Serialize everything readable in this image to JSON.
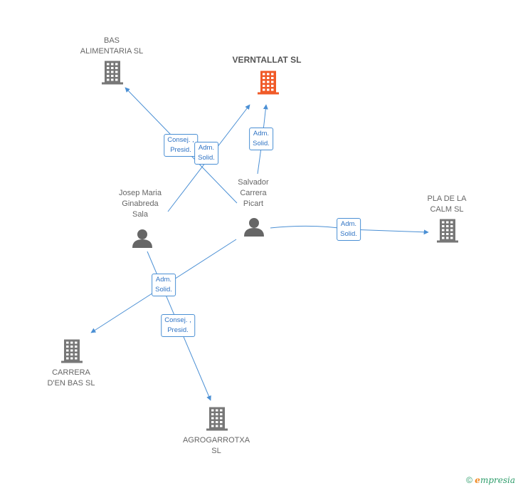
{
  "colors": {
    "edge": "#4a8fd4",
    "company": "#777777",
    "focus_company": "#f05a28",
    "person": "#666666"
  },
  "nodes": [
    {
      "id": "bas",
      "type": "company",
      "label": "BAS\nALIMENTARIA SL",
      "icon": "building-icon"
    },
    {
      "id": "verntallat",
      "type": "company",
      "focus": true,
      "label": "VERNTALLAT SL",
      "icon": "building-icon"
    },
    {
      "id": "pla",
      "type": "company",
      "label": "PLA DE LA\nCALM SL",
      "icon": "building-icon"
    },
    {
      "id": "carrera",
      "type": "company",
      "label": "CARRERA\nD'EN BAS SL",
      "icon": "building-icon"
    },
    {
      "id": "agro",
      "type": "company",
      "label": "AGROGARROTXA\nSL",
      "icon": "building-icon"
    },
    {
      "id": "josep",
      "type": "person",
      "label": "Josep Maria\nGinabreda\nSala",
      "icon": "person-icon"
    },
    {
      "id": "salvador",
      "type": "person",
      "label": "Salvador\nCarrera\nPicart",
      "icon": "person-icon"
    }
  ],
  "edges": [
    {
      "id": "e1",
      "from": "salvador",
      "to": "bas",
      "label": "Consej. ,\nPresid."
    },
    {
      "id": "e2",
      "from": "josep",
      "to": "verntallat",
      "label": "Adm.\nSolid."
    },
    {
      "id": "e3",
      "from": "salvador",
      "to": "verntallat",
      "label": "Adm.\nSolid."
    },
    {
      "id": "e4",
      "from": "salvador",
      "to": "pla",
      "label": "Adm.\nSolid."
    },
    {
      "id": "e5",
      "from": "salvador",
      "to": "carrera",
      "label": "Adm.\nSolid."
    },
    {
      "id": "e6",
      "from": "josep",
      "to": "agro",
      "label": "Consej. ,\nPresid."
    }
  ],
  "footer": {
    "copyright": "©",
    "brand_initial": "e",
    "brand_rest": "mpresia"
  }
}
